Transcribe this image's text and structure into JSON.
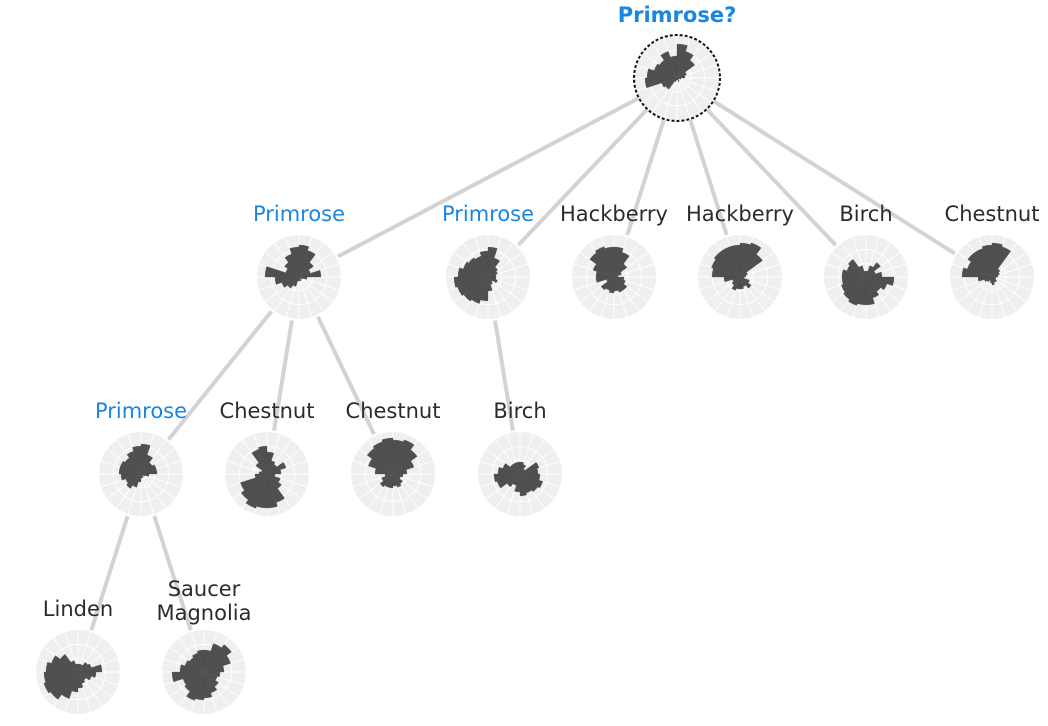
{
  "colors": {
    "edge": "#d3d3d3",
    "highlight": "#1a86e0",
    "text": "#2b2b2b",
    "petal": "#4f4f4f",
    "disc": "#efefef"
  },
  "tree": {
    "root": {
      "label": "Primrose?",
      "highlight": true,
      "query": true,
      "petals": [
        0.85,
        0.7,
        0.55,
        0.25,
        0.2,
        0.1,
        0.05,
        0.05,
        0.1,
        0.05,
        0.05,
        0.1,
        0.35,
        0.4,
        0.8,
        0.75,
        0.6,
        0.55,
        0.7,
        0.55
      ]
    },
    "level1": [
      {
        "label": "Primrose",
        "highlight": true,
        "petals": [
          0.8,
          0.7,
          0.45,
          0.3,
          0.55,
          0.2,
          0.1,
          0.05,
          0.1,
          0.1,
          0.1,
          0.25,
          0.35,
          0.45,
          0.6,
          0.85,
          0.35,
          0.45,
          0.6,
          0.75
        ],
        "children": [
          {
            "label": "Primrose",
            "highlight": true,
            "petals": [
              0.75,
              0.5,
              0.35,
              0.4,
              0.4,
              0.2,
              0.1,
              0.05,
              0.1,
              0.1,
              0.2,
              0.35,
              0.45,
              0.4,
              0.5,
              0.55,
              0.55,
              0.5,
              0.6,
              0.7
            ],
            "children": [
              {
                "label": "Linden",
                "highlight": false,
                "petals": [
                  0.2,
                  0.2,
                  0.3,
                  0.35,
                  0.6,
                  0.45,
                  0.35,
                  0.25,
                  0.3,
                  0.4,
                  0.5,
                  0.7,
                  0.85,
                  0.9,
                  0.85,
                  0.8,
                  0.7,
                  0.55,
                  0.3,
                  0.2
                ]
              },
              {
                "label": "Saucer Magnolia",
                "highlight": false,
                "petals": [
                  0.55,
                  0.75,
                  0.85,
                  0.7,
                  0.5,
                  0.4,
                  0.35,
                  0.45,
                  0.55,
                  0.65,
                  0.7,
                  0.75,
                  0.6,
                  0.55,
                  0.8,
                  0.6,
                  0.5,
                  0.45,
                  0.5,
                  0.55
                ]
              }
            ]
          },
          {
            "label": "Chestnut",
            "highlight": false,
            "petals": [
              0.55,
              0.35,
              0.3,
              0.5,
              0.35,
              0.2,
              0.35,
              0.45,
              0.75,
              0.85,
              0.85,
              0.9,
              0.8,
              0.7,
              0.3,
              0.2,
              0.15,
              0.35,
              0.65,
              0.7
            ]
          },
          {
            "label": "Chestnut",
            "highlight": false,
            "petals": [
              0.85,
              0.9,
              0.75,
              0.55,
              0.35,
              0.25,
              0.2,
              0.3,
              0.35,
              0.3,
              0.35,
              0.35,
              0.4,
              0.3,
              0.2,
              0.45,
              0.65,
              0.8,
              0.85,
              0.9
            ]
          }
        ]
      },
      {
        "label": "Primrose",
        "highlight": true,
        "petals": [
          0.75,
          0.5,
          0.3,
          0.25,
          0.2,
          0.2,
          0.25,
          0.15,
          0.2,
          0.35,
          0.6,
          0.7,
          0.75,
          0.8,
          0.85,
          0.75,
          0.65,
          0.6,
          0.55,
          0.65
        ],
        "children": [
          {
            "label": "Birch",
            "highlight": false,
            "petals": [
              0.3,
              0.25,
              0.15,
              0.5,
              0.45,
              0.5,
              0.6,
              0.55,
              0.5,
              0.55,
              0.45,
              0.3,
              0.4,
              0.6,
              0.65,
              0.55,
              0.45,
              0.3,
              0.3,
              0.3
            ]
          }
        ]
      },
      {
        "label": "Hackberry",
        "highlight": false,
        "petals": [
          0.75,
          0.65,
          0.4,
          0.2,
          0.1,
          0.25,
          0.3,
          0.4,
          0.4,
          0.35,
          0.4,
          0.35,
          0.4,
          0.2,
          0.45,
          0.45,
          0.55,
          0.75,
          0.8,
          0.75
        ]
      },
      {
        "label": "Hackberry",
        "highlight": false,
        "petals": [
          0.85,
          0.9,
          0.7,
          0.2,
          0.15,
          0.1,
          0.25,
          0.35,
          0.25,
          0.3,
          0.3,
          0.35,
          0.25,
          0.2,
          0.4,
          0.7,
          0.75,
          0.8,
          0.8,
          0.8
        ]
      },
      {
        "label": "Birch",
        "highlight": false,
        "petals": [
          0.15,
          0.3,
          0.45,
          0.25,
          0.4,
          0.7,
          0.55,
          0.45,
          0.55,
          0.7,
          0.7,
          0.75,
          0.7,
          0.65,
          0.6,
          0.6,
          0.5,
          0.55,
          0.3,
          0.15
        ]
      },
      {
        "label": "Chestnut",
        "highlight": false,
        "petals": [
          0.85,
          0.8,
          0.25,
          0.2,
          0.15,
          0.1,
          0.1,
          0.15,
          0.15,
          0.2,
          0.15,
          0.1,
          0.15,
          0.2,
          0.35,
          0.75,
          0.65,
          0.75,
          0.75,
          0.8
        ]
      }
    ]
  }
}
